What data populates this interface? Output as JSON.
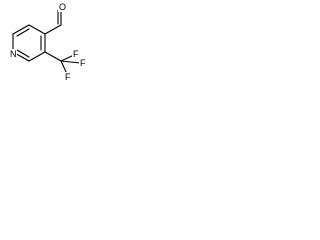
{
  "molecule": {
    "atoms": {
      "ring_nitrogen": "N",
      "aldehyde_oxygen": "O",
      "fluorine_top": "F",
      "fluorine_right": "F",
      "fluorine_bottom": "F"
    }
  }
}
